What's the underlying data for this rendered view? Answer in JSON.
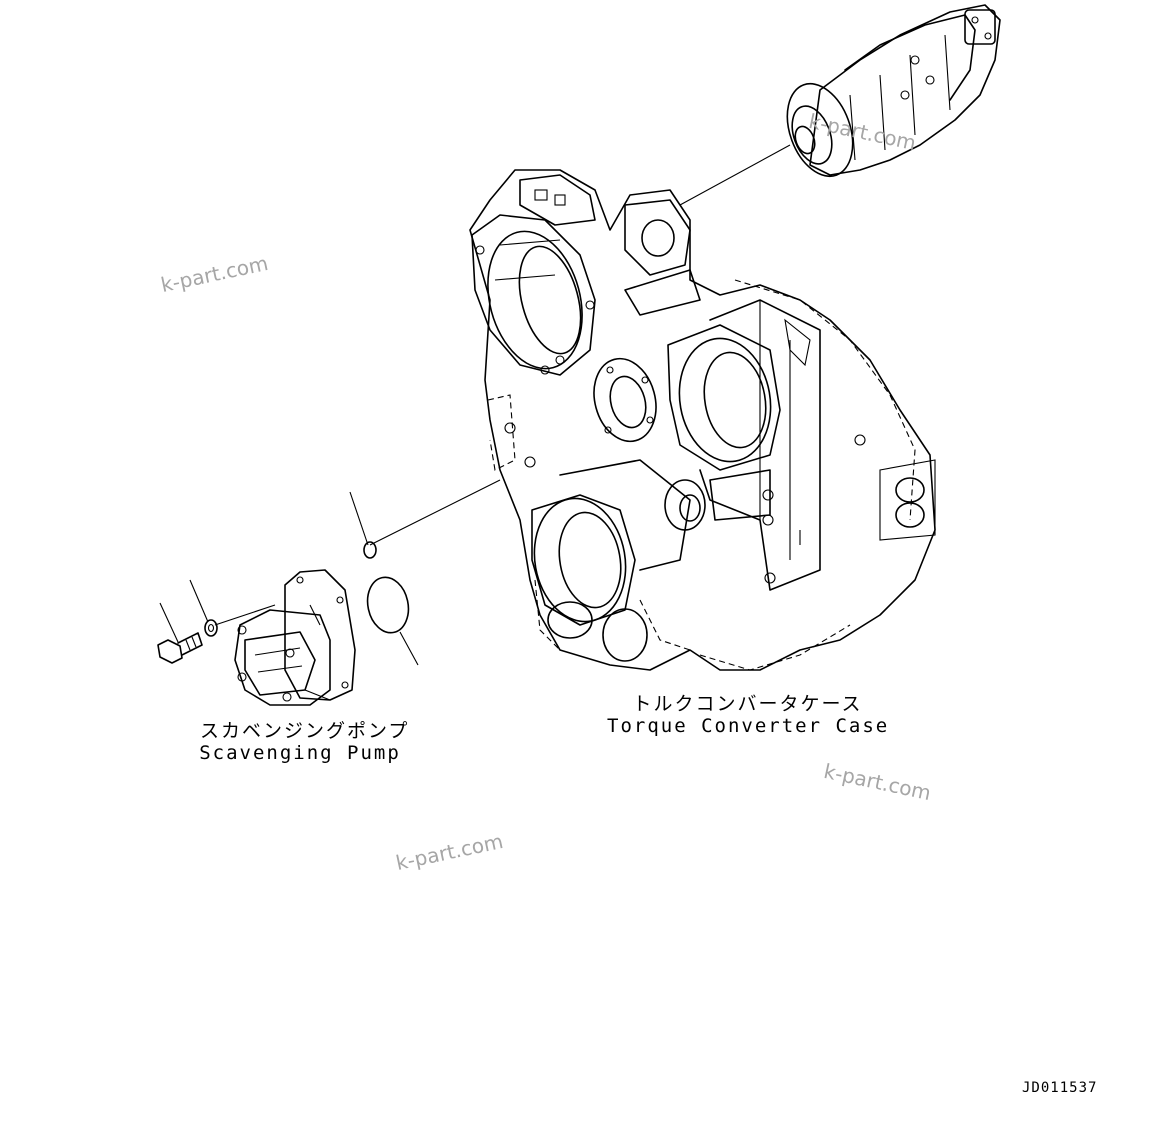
{
  "labels": {
    "scavenging_pump_jp": "スカベンジングポンプ",
    "scavenging_pump_en": "Scavenging Pump",
    "torque_converter_case_jp": "トルクコンバータケース",
    "torque_converter_case_en": "Torque Converter Case"
  },
  "watermarks": [
    "k-part.com",
    "k-part.com",
    "k-part.com",
    "k-part.com"
  ],
  "drawing_code": "JD011537",
  "parts": [
    "bolt",
    "washer",
    "scavenging-pump",
    "o-ring-small",
    "o-ring-large",
    "torque-converter-case",
    "hydraulic-pump"
  ]
}
